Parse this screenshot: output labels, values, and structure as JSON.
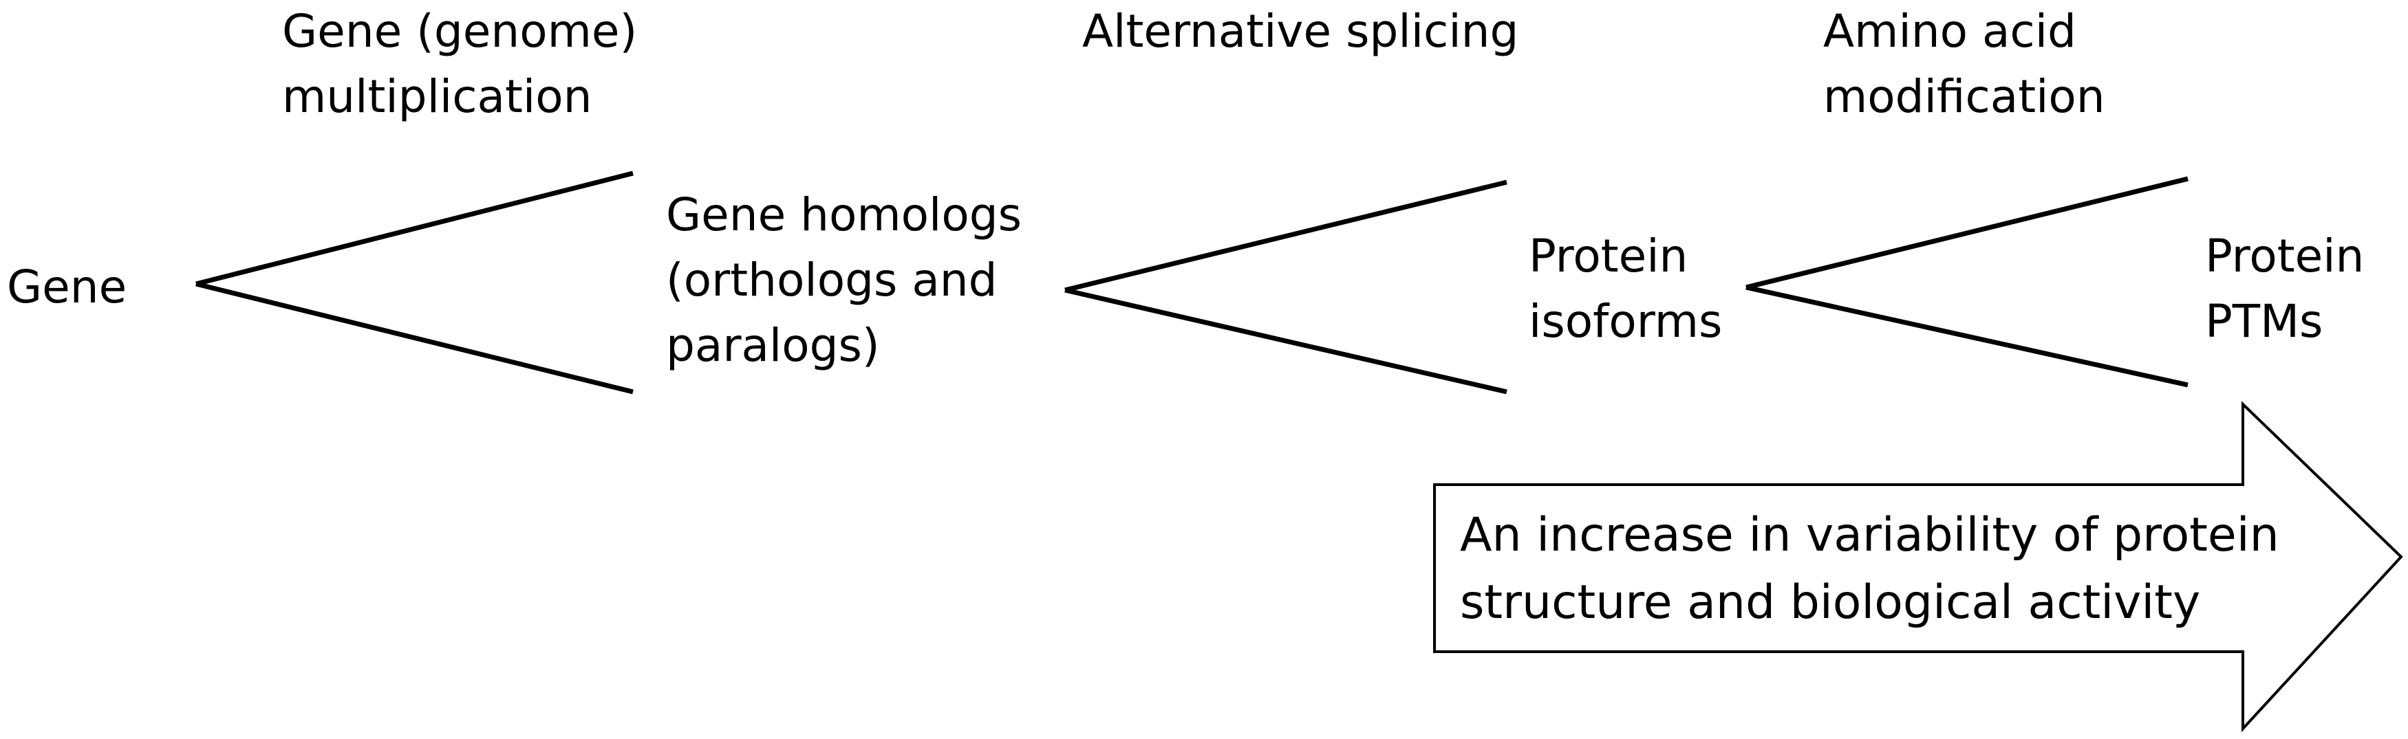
{
  "processes": [
    {
      "lines": [
        "Gene (genome)",
        "multiplication"
      ]
    },
    {
      "lines": [
        "Alternative splicing"
      ]
    },
    {
      "lines": [
        "Amino acid",
        "modification"
      ]
    }
  ],
  "nodes": [
    {
      "lines": [
        "Gene"
      ]
    },
    {
      "lines": [
        "Gene homologs",
        "(orthologs and",
        "paralogs)"
      ]
    },
    {
      "lines": [
        "Protein",
        "isoforms"
      ]
    },
    {
      "lines": [
        "Protein",
        "PTMs"
      ]
    }
  ],
  "arrow": {
    "lines": [
      "An increase in variability of protein",
      "structure and biological activity"
    ]
  }
}
